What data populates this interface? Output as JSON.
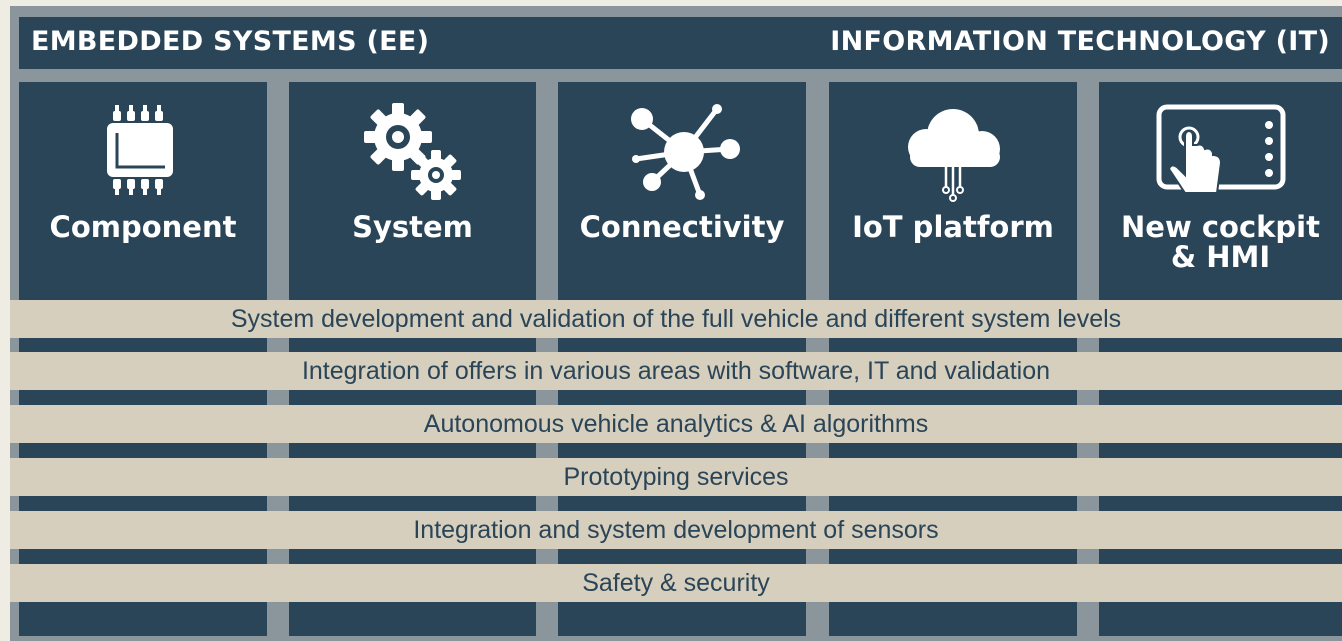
{
  "header": {
    "left_title": "EMBEDDED SYSTEMS (EE)",
    "right_title": "INFORMATION TECHNOLOGY (IT)"
  },
  "columns": [
    {
      "label": "Component",
      "icon": "chip-icon"
    },
    {
      "label": "System",
      "icon": "gears-icon"
    },
    {
      "label": "Connectivity",
      "icon": "network-icon"
    },
    {
      "label": "IoT platform",
      "icon": "cloud-icon"
    },
    {
      "label_line1": "New cockpit",
      "label_line2": "& HMI",
      "icon": "touchscreen-icon"
    }
  ],
  "bands": [
    "System development and validation of the full vehicle and different system levels",
    "Integration of offers in various areas with software, IT and validation",
    "Autonomous vehicle analytics & AI algorithms",
    "Prototyping services",
    "Integration and system development of sensors",
    "Safety & security"
  ],
  "colors": {
    "navy": "#2a4458",
    "band": "#d6cfbd",
    "frame": "#8a959c",
    "background": "#efece4",
    "text_light": "#ffffff"
  }
}
